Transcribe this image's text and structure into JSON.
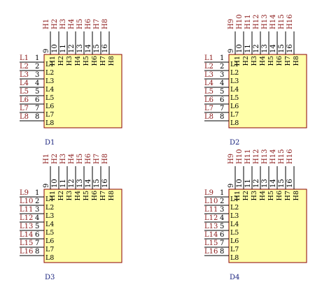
{
  "components": [
    {
      "designator": "D1",
      "left_nets": [
        "L1",
        "L2",
        "L3",
        "L4",
        "L5",
        "L6",
        "L7",
        "L8"
      ],
      "left_pins": [
        "1",
        "2",
        "3",
        "4",
        "5",
        "6",
        "7",
        "8"
      ],
      "top_nets": [
        "H1",
        "H2",
        "H3",
        "H4",
        "H5",
        "H6",
        "H7",
        "H8"
      ],
      "top_pins": [
        "9",
        "10",
        "11",
        "12",
        "13",
        "14",
        "15",
        "16"
      ],
      "left_inner": [
        "L1",
        "L2",
        "L3",
        "L4",
        "L5",
        "L6",
        "L7",
        "L8"
      ],
      "top_inner": [
        "H1",
        "H2",
        "H3",
        "H4",
        "H5",
        "H6",
        "H7",
        "H8"
      ]
    },
    {
      "designator": "D2",
      "left_nets": [
        "L1",
        "L2",
        "L3",
        "L4",
        "L5",
        "L6",
        "L7",
        "L8"
      ],
      "left_pins": [
        "1",
        "2",
        "3",
        "4",
        "5",
        "6",
        "7",
        "8"
      ],
      "top_nets": [
        "H9",
        "H10",
        "H11",
        "H12",
        "H13",
        "H14",
        "H15",
        "H16"
      ],
      "top_pins": [
        "9",
        "10",
        "11",
        "12",
        "13",
        "14",
        "15",
        "16"
      ],
      "left_inner": [
        "L1",
        "L2",
        "L3",
        "L4",
        "L5",
        "L6",
        "L7",
        "L8"
      ],
      "top_inner": [
        "H1",
        "H2",
        "H3",
        "H4",
        "H5",
        "H6",
        "H7",
        "H8"
      ]
    },
    {
      "designator": "D3",
      "left_nets": [
        "L9",
        "L10",
        "L11",
        "L12",
        "L13",
        "L14",
        "L15",
        "L16"
      ],
      "left_pins": [
        "1",
        "2",
        "3",
        "4",
        "5",
        "6",
        "7",
        "8"
      ],
      "top_nets": [
        "H1",
        "H2",
        "H3",
        "H4",
        "H5",
        "H6",
        "H7",
        "H8"
      ],
      "top_pins": [
        "9",
        "10",
        "11",
        "12",
        "13",
        "14",
        "15",
        "16"
      ],
      "left_inner": [
        "L1",
        "L2",
        "L3",
        "L4",
        "L5",
        "L6",
        "L7",
        "L8"
      ],
      "top_inner": [
        "H1",
        "H2",
        "H3",
        "H4",
        "H5",
        "H6",
        "H7",
        "H8"
      ]
    },
    {
      "designator": "D4",
      "left_nets": [
        "L9",
        "L10",
        "L11",
        "L12",
        "L13",
        "L14",
        "L15",
        "L16"
      ],
      "left_pins": [
        "1",
        "2",
        "3",
        "4",
        "5",
        "6",
        "7",
        "8"
      ],
      "top_nets": [
        "H9",
        "H10",
        "H11",
        "H12",
        "H13",
        "H14",
        "H15",
        "H16"
      ],
      "top_pins": [
        "9",
        "10",
        "11",
        "12",
        "13",
        "14",
        "15",
        "16"
      ],
      "left_inner": [
        "L1",
        "L2",
        "L3",
        "L4",
        "L5",
        "L6",
        "L7",
        "L8"
      ],
      "top_inner": [
        "H1",
        "H2",
        "H3",
        "H4",
        "H5",
        "H6",
        "H7",
        "H8"
      ]
    }
  ],
  "colors": {
    "body_fill": "#ffffa8",
    "body_border": "#8b0000",
    "net_label": "#8b1a1a",
    "designator": "#1a237e",
    "wire": "#000000"
  }
}
